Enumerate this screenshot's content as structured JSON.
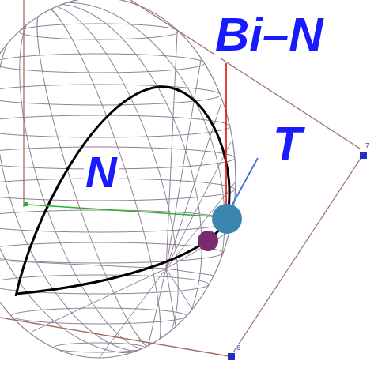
{
  "diagram": {
    "labels": [
      "Bi–N",
      "T",
      "N",
      "7",
      "6"
    ]
  }
}
